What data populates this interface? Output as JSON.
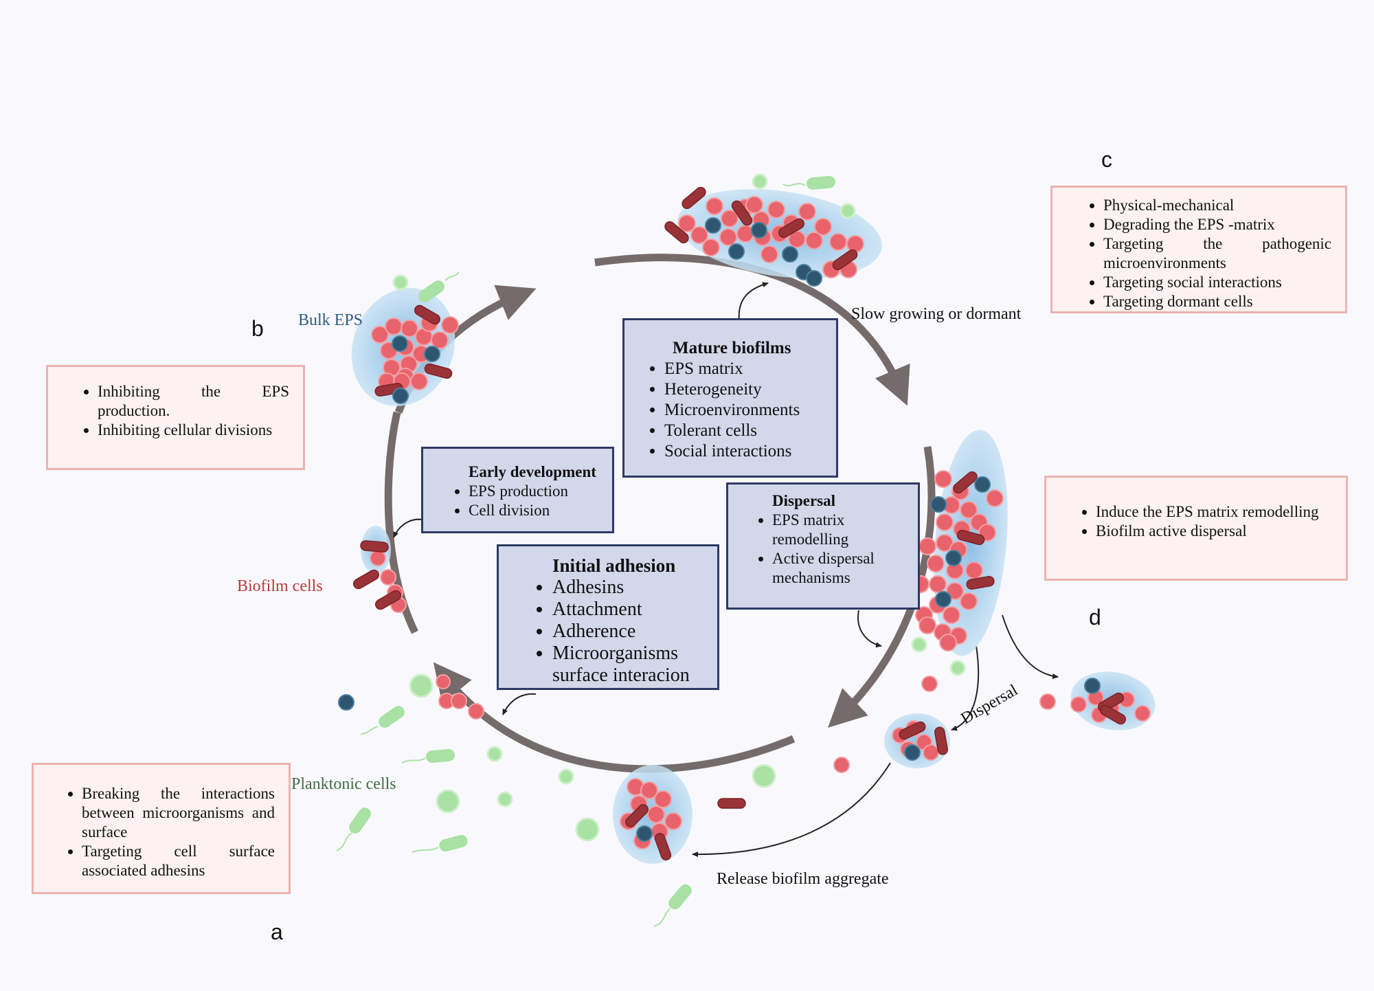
{
  "stages": {
    "mature": {
      "title": "Mature biofilms",
      "items": [
        "EPS  matrix",
        "Heterogeneity",
        "Microenvironments",
        "Tolerant  cells",
        "Social interactions"
      ]
    },
    "early": {
      "title": "Early development",
      "items": [
        "EPS production",
        "Cell division"
      ]
    },
    "dispersal": {
      "title": "Dispersal",
      "items": [
        "EPS  matrix remodelling",
        "Active dispersal mechanisms"
      ]
    },
    "initial": {
      "title": "Initial adhesion",
      "items": [
        "Adhesins",
        "Attachment",
        "Adherence",
        "Microorganisms surface interacion"
      ]
    }
  },
  "strategies": {
    "a": {
      "letter": "a",
      "items": [
        "Breaking the interactions between microorganisms and surface",
        "Targeting cell surface associated adhesins"
      ]
    },
    "b": {
      "letter": "b",
      "items": [
        "Inhibiting the EPS production.",
        "Inhibiting cellular divisions"
      ]
    },
    "c": {
      "letter": "c",
      "items": [
        "Physical-mechanical",
        "Degrading the EPS -matrix",
        "Targeting the pathogenic microenvironments",
        "Targeting  social interactions",
        "Targeting dormant cells"
      ]
    },
    "d": {
      "letter": "d",
      "items": [
        "Induce the EPS matrix remodelling",
        "Biofilm active dispersal"
      ]
    }
  },
  "labels": {
    "bulk_eps": "Bulk EPS",
    "biofilm_cells": "Biofilm cells",
    "planktonic_cells": "Planktonic cells",
    "slow_growing": "Slow growing or dormant",
    "dispersal": "Dispersal",
    "release": "Release biofilm aggregate"
  },
  "colors": {
    "cycle_arrow": "#756b6a",
    "stage_fill": "#d3d7ea",
    "stage_border": "#2c3a64",
    "strategy_fill": "#fdf1f1",
    "strategy_border": "#ebb3b0",
    "bulk_eps_text": "#2e5c80",
    "biofilm_cells_text": "#b83a3a",
    "planktonic_text": "#3f6b45",
    "eps_blob": "#a3cdeb",
    "cocci": "#e8636b",
    "rod": "#9a3338",
    "dormant": "#2f5670",
    "planktonic": "#a9e2a4"
  }
}
